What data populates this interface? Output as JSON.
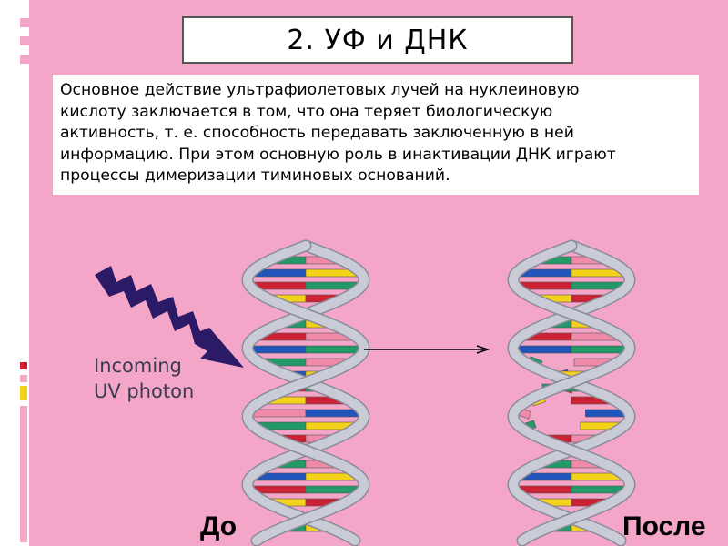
{
  "slide": {
    "title": "2. УФ и ДНК",
    "body_lines": [
      "Основное действие ультрафиолетовых лучей на нуклеиновую",
      "кислоту заключается в том, что она теряет биологическую",
      "активность, т. е. способность передавать заключенную в ней",
      "информацию. При этом основную роль в инактивации ДНК играют",
      "процессы димеризации тиминовых оснований."
    ]
  },
  "figure": {
    "uv_label_line1": "Incoming",
    "uv_label_line2": "UV photon",
    "caption_before": "До",
    "caption_after": "После",
    "colors": {
      "background": "#f4a6c9",
      "arrow": "#2b1a66",
      "backbone": "#c9cbd6",
      "base_red": "#cc2233",
      "base_blue": "#2255bb",
      "base_green": "#229966",
      "base_yellow": "#f5d21a",
      "base_pink": "#f08aa8"
    }
  }
}
